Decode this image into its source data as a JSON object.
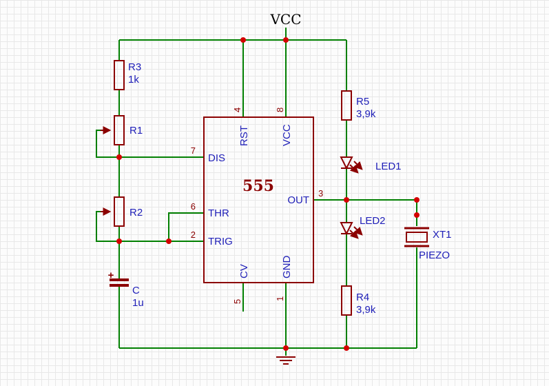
{
  "colors": {
    "wire": "#007F00",
    "symbol": "#8B0000",
    "label": "#2020B8",
    "junction_dot": "#D40000",
    "ic_value_text": "#8B0000",
    "power_text": "#000000",
    "background": "#FCFCFC",
    "grid_line": "#E8E8E8"
  },
  "power": {
    "vcc_net": "VCC"
  },
  "ic": {
    "value": "555",
    "pins": {
      "rst": {
        "number": "4",
        "name": "RST"
      },
      "vcc": {
        "number": "8",
        "name": "VCC"
      },
      "dis": {
        "number": "7",
        "name": "DIS"
      },
      "thr": {
        "number": "6",
        "name": "THR"
      },
      "trig": {
        "number": "2",
        "name": "TRIG"
      },
      "cv": {
        "number": "5",
        "name": "CV"
      },
      "gnd": {
        "number": "1",
        "name": "GND"
      },
      "out": {
        "number": "3",
        "name": "OUT"
      }
    }
  },
  "components": {
    "r3": {
      "ref": "R3",
      "value": "1k"
    },
    "r1": {
      "ref": "R1"
    },
    "r2": {
      "ref": "R2"
    },
    "c1": {
      "ref": "C",
      "value": "1u",
      "polarity_mark": "+"
    },
    "r5": {
      "ref": "R5",
      "value": "3,9k"
    },
    "led1": {
      "ref": "LED1"
    },
    "led2": {
      "ref": "LED2"
    },
    "r4": {
      "ref": "R4",
      "value": "3,9k"
    },
    "xt1": {
      "ref": "XT1",
      "value": "PIEZO"
    }
  }
}
